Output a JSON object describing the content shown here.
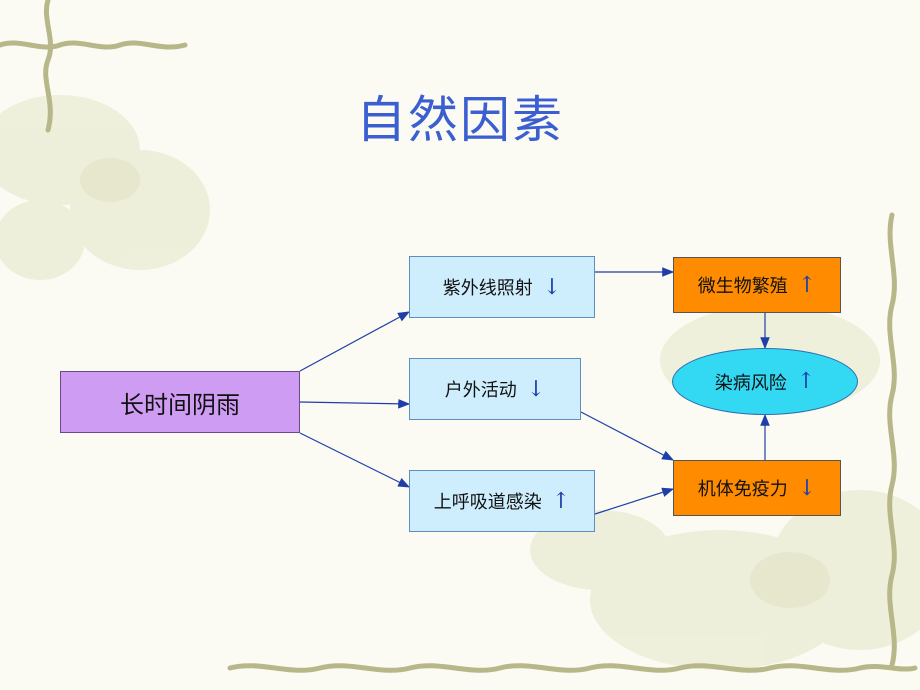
{
  "title": "自然因素",
  "colors": {
    "title": "#3b5fd0",
    "source": "#cf9cf3",
    "middle": "#cfeefd",
    "output": "#ff8c00",
    "risk": "#33d8f3",
    "edge": "#1f3fa8"
  },
  "nodes": {
    "source": {
      "label": "长时间阴雨"
    },
    "uv": {
      "label": "紫外线照射",
      "trend": "↓"
    },
    "outdoor": {
      "label": "户外活动",
      "trend": "↓"
    },
    "respiratory": {
      "label": "上呼吸道感染",
      "trend": "↑"
    },
    "microbe": {
      "label": "微生物繁殖",
      "trend": "↑"
    },
    "immunity": {
      "label": "机体免疫力",
      "trend": "↓"
    },
    "risk": {
      "label": "染病风险",
      "trend": "↑"
    }
  }
}
